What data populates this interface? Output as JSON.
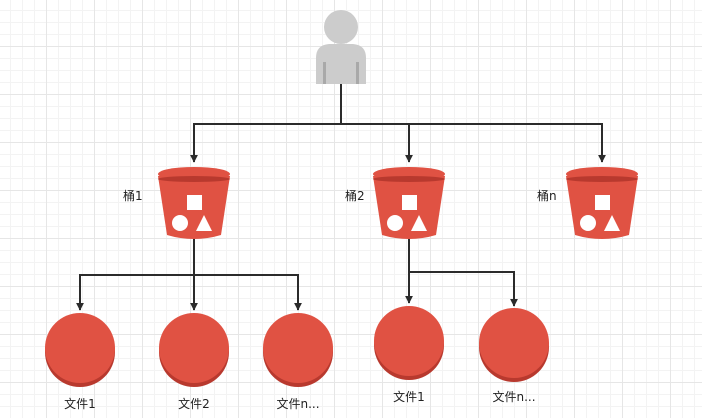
{
  "diagram": {
    "user": {
      "icon": "user-icon"
    },
    "buckets": [
      {
        "label": "桶1",
        "icon": "s3-bucket-icon"
      },
      {
        "label": "桶2",
        "icon": "s3-bucket-icon"
      },
      {
        "label": "桶n",
        "icon": "s3-bucket-icon"
      }
    ],
    "files": [
      {
        "label": "文件1",
        "bucket": 0
      },
      {
        "label": "文件2",
        "bucket": 0
      },
      {
        "label": "文件n...",
        "bucket": 0
      },
      {
        "label": "文件1",
        "bucket": 1
      },
      {
        "label": "文件n...",
        "bucket": 1
      }
    ]
  },
  "colors": {
    "bucket": "#e05243",
    "bucket_dark": "#b8392e",
    "user": "#cccccc",
    "user_shadow": "#a9a9a9",
    "connector": "#2b2b2b"
  }
}
